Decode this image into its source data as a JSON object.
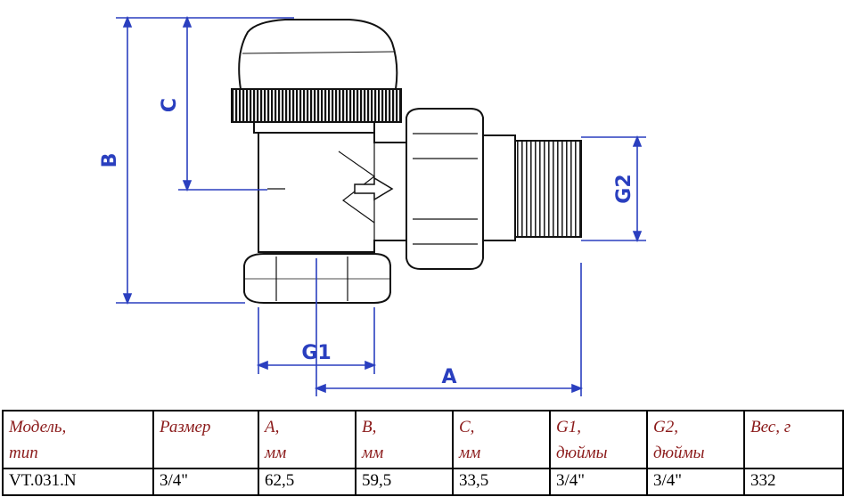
{
  "drawing": {
    "labels": {
      "a": "A",
      "b": "B",
      "c": "C",
      "g1": "G1",
      "g2": "G2"
    },
    "colors": {
      "dimension": "#2a3fbf",
      "outline": "#111111",
      "header_text": "#8b1a1a"
    }
  },
  "table": {
    "headers": [
      {
        "line1": "Модель,",
        "line2": "тип"
      },
      {
        "line1": "Размер",
        "line2": ""
      },
      {
        "line1": "A,",
        "line2": "мм"
      },
      {
        "line1": "B,",
        "line2": "мм"
      },
      {
        "line1": "C,",
        "line2": "мм"
      },
      {
        "line1": "G1,",
        "line2": "дюймы"
      },
      {
        "line1": "G2,",
        "line2": "дюймы"
      },
      {
        "line1": "Вес, г",
        "line2": ""
      }
    ],
    "rows": [
      [
        "VT.031.N",
        "3/4\"",
        "62,5",
        "59,5",
        "33,5",
        "3/4\"",
        "3/4\"",
        "332"
      ]
    ]
  }
}
